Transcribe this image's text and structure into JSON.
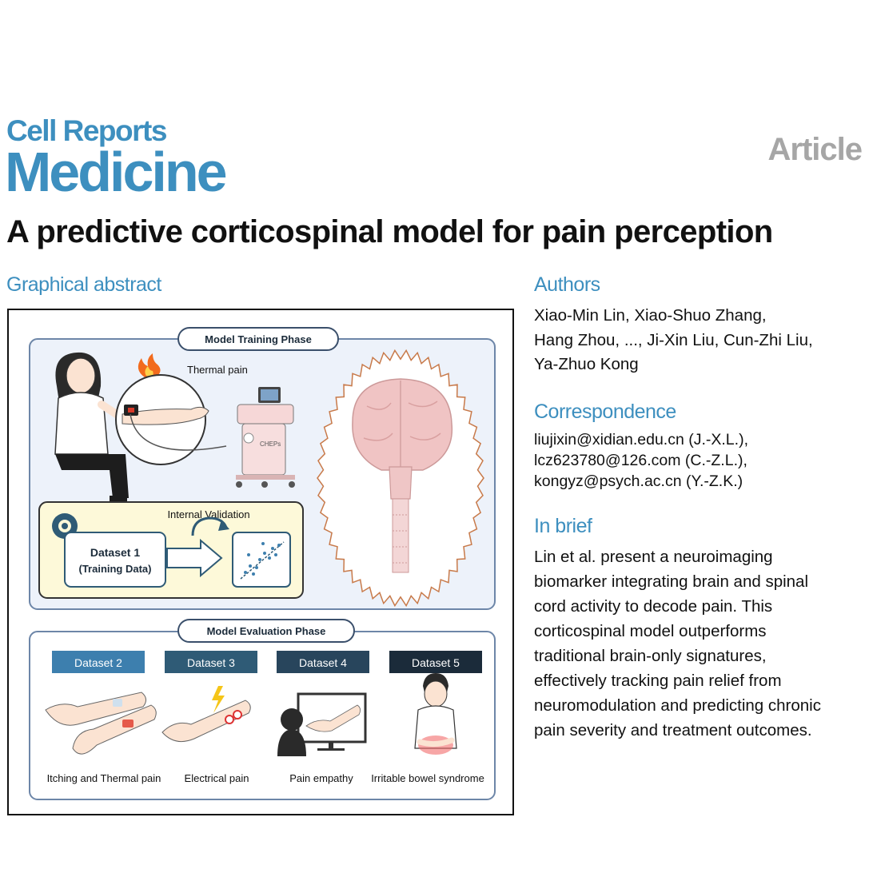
{
  "journal": {
    "line1": "Cell Reports",
    "line2": "Medicine"
  },
  "article_type": "Article",
  "title": "A predictive corticospinal model for pain perception",
  "sections": {
    "graphical_abstract": "Graphical abstract",
    "authors": "Authors",
    "correspondence": "Correspondence",
    "in_brief": "In brief"
  },
  "authors": {
    "lines": [
      "Xiao-Min Lin, Xiao-Shuo Zhang,",
      "Hang Zhou, ..., Ji-Xin Liu, Cun-Zhi Liu,",
      "Ya-Zhuo Kong"
    ]
  },
  "correspondence": {
    "lines": [
      "liujixin@xidian.edu.cn (J.-X.L.),",
      "lcz623780@126.com (C.-Z.L.),",
      "kongyz@psych.ac.cn (Y.-Z.K.)"
    ]
  },
  "in_brief": {
    "lines": [
      "Lin et al. present a neuroimaging",
      "biomarker integrating brain and spinal",
      "cord activity to decode pain. This",
      "corticospinal model outperforms",
      "traditional brain-only signatures,",
      "effectively tracking pain relief from",
      "neuromodulation and predicting chronic",
      "pain severity and treatment outcomes."
    ]
  },
  "abstract": {
    "training_phase": "Model Training Phase",
    "thermal_pain": "Thermal pain",
    "device_label": "CHEPs",
    "internal_validation": "Internal Validation",
    "dataset1_title": "Dataset 1",
    "dataset1_sub": "(Training Data)",
    "evaluation_phase": "Model Evaluation Phase",
    "datasets": [
      {
        "label": "Dataset 2",
        "caption": "Itching and Thermal pain",
        "color": "#3d7fae"
      },
      {
        "label": "Dataset 3",
        "caption": "Electrical pain",
        "color": "#2f5b76"
      },
      {
        "label": "Dataset 4",
        "caption": "Pain empathy",
        "color": "#28455c"
      },
      {
        "label": "Dataset 5",
        "caption": "Irritable bowel syndrome",
        "color": "#1b2b3a"
      }
    ],
    "icons": [
      "fire-icon",
      "gear-icon",
      "lightning-icon",
      "cycle-arrow-icon",
      "arrow-right-icon"
    ]
  }
}
